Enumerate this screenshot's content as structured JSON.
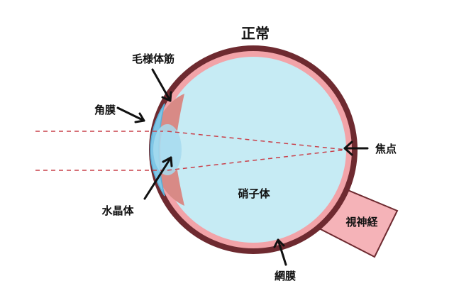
{
  "diagram": {
    "title": "正常",
    "labels": {
      "ciliary_muscle": "毛様体筋",
      "cornea": "角膜",
      "lens": "水晶体",
      "vitreous": "硝子体",
      "focal_point": "焦点",
      "optic_nerve": "視神経",
      "retina": "網膜"
    }
  },
  "colors": {
    "outer_wall": "#6e2a30",
    "retina_band": "#f2a3a8",
    "vitreous": "#c6ebf4",
    "lens": "#a6dbee",
    "cornea": "#7fc6e6",
    "ciliary": "#d88a86",
    "optic_nerve": "#f5b3b8",
    "ray": "#c9404a",
    "text": "#111111"
  }
}
